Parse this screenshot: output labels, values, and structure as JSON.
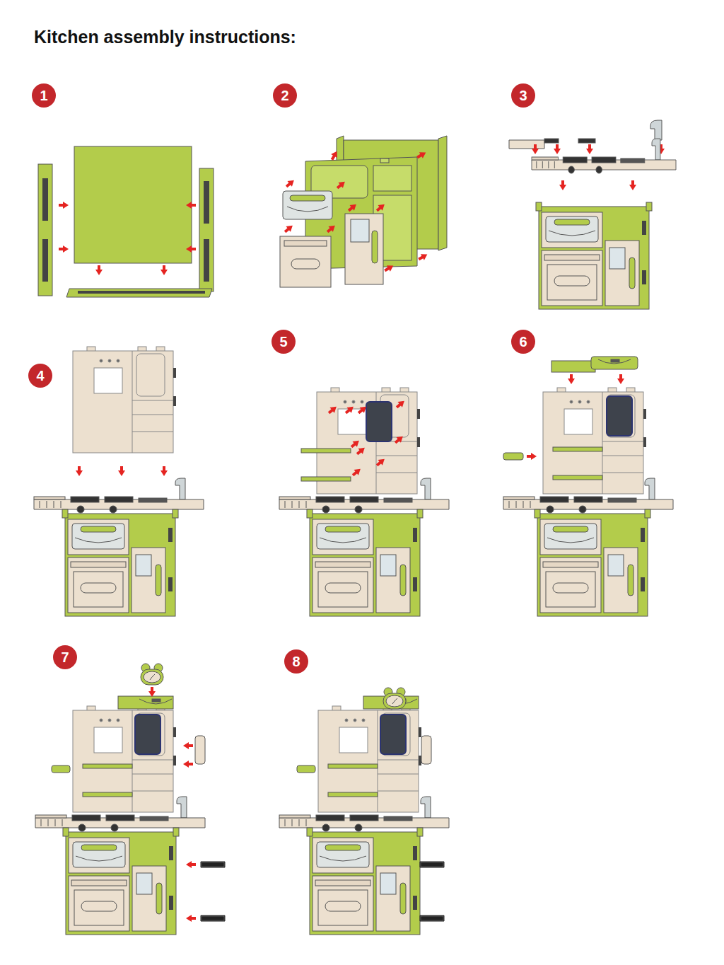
{
  "diagram": {
    "title": "Kitchen assembly instructions:",
    "nodes": [
      {
        "text": [
          "1"
        ]
      },
      {
        "text": [
          "2"
        ]
      },
      {
        "text": [
          "3"
        ]
      },
      {
        "text": [
          "4"
        ]
      },
      {
        "text": [
          "5"
        ]
      },
      {
        "text": [
          "6"
        ]
      },
      {
        "text": [
          "7"
        ]
      },
      {
        "text": [
          "8"
        ]
      }
    ]
  }
}
